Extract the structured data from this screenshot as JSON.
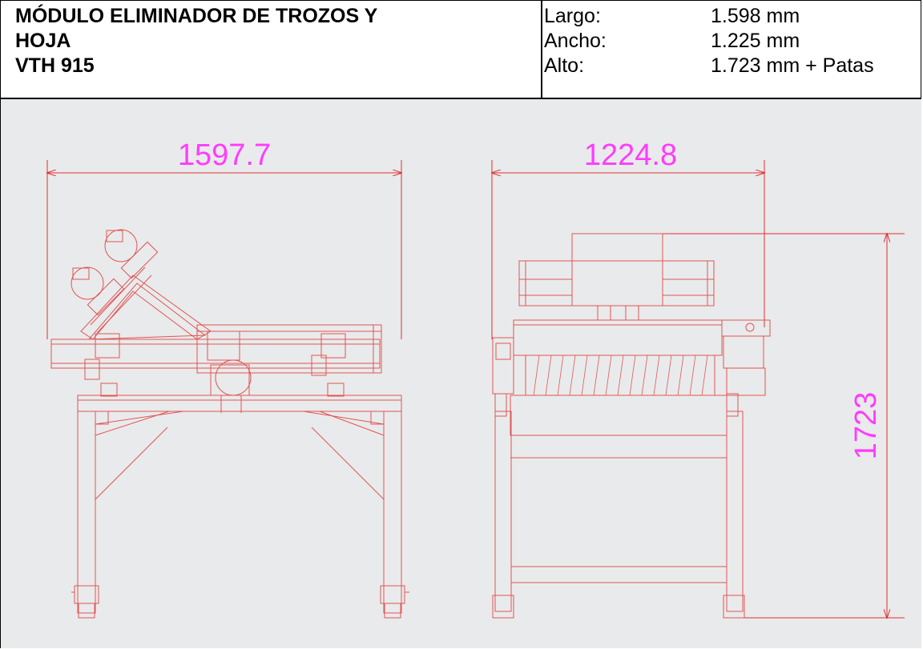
{
  "header": {
    "title_lines": [
      "MÓDULO ELIMINADOR DE TROZOS Y",
      "HOJA",
      "VTH 915"
    ],
    "specs": [
      {
        "label": "Largo:",
        "value": "1.598 mm"
      },
      {
        "label": "Ancho:",
        "value": "1.225 mm"
      },
      {
        "label": "Alto:",
        "value": "1.723 mm + Patas"
      }
    ]
  },
  "drawing": {
    "dimensions": {
      "side_length": "1597.7",
      "front_width": "1224.8",
      "height": "1723"
    },
    "colors": {
      "machine_lines": "#e05555",
      "dimension_lines": "#e03030",
      "dimension_text": "#ff3cff",
      "background": "#e9eaeb"
    }
  }
}
